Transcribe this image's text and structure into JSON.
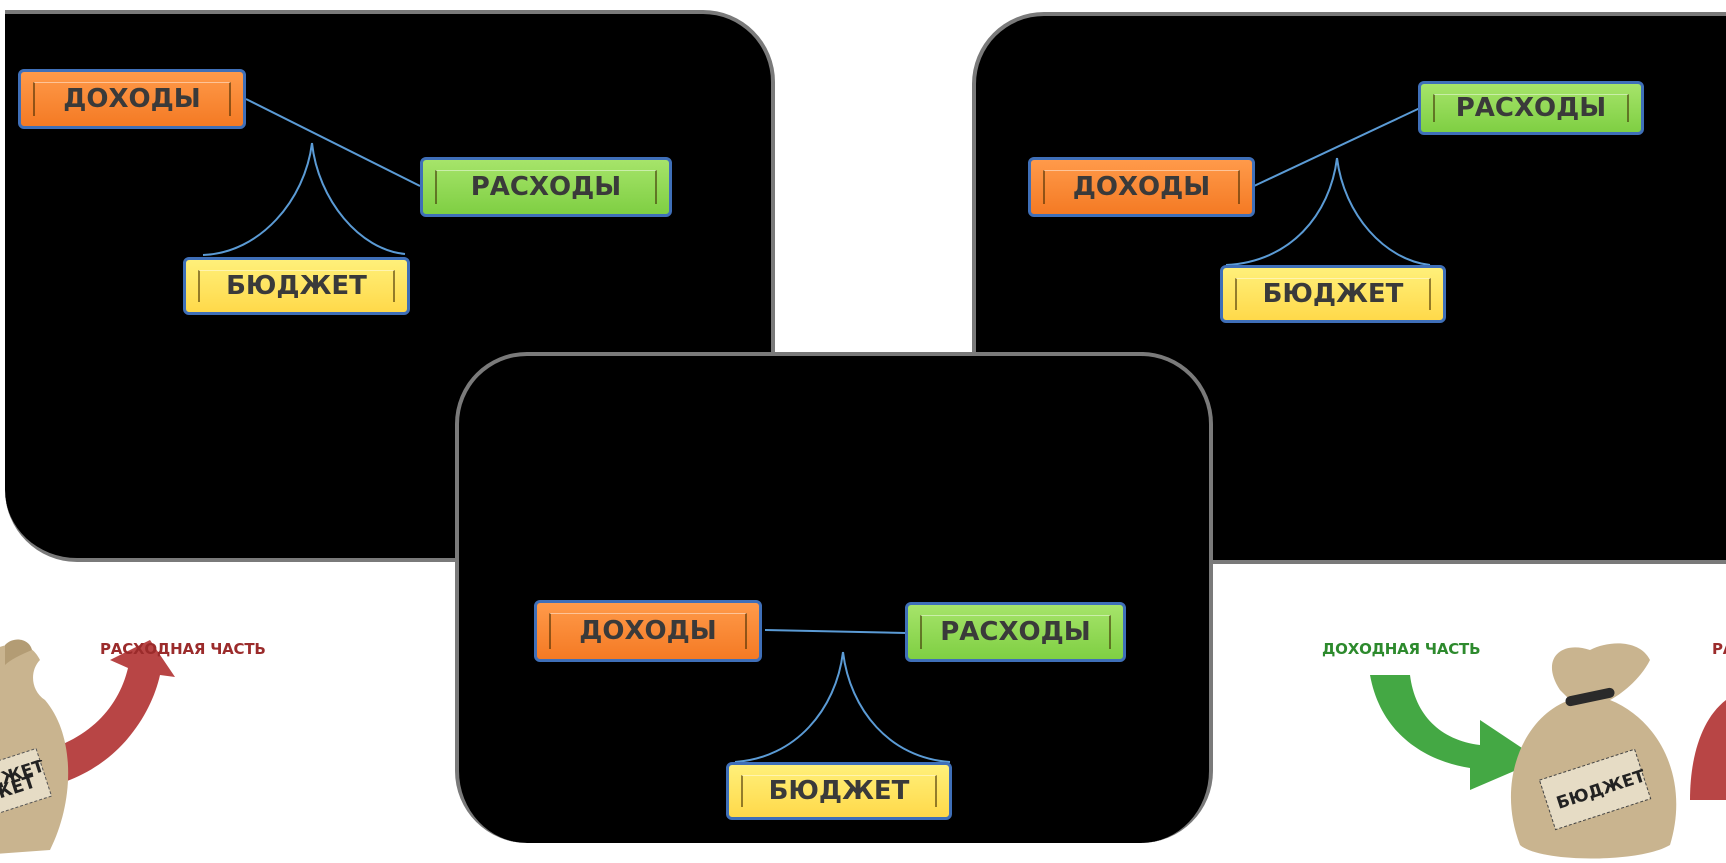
{
  "colors": {
    "income": "#f47a24",
    "expenses": "#7fcf43",
    "budget": "#ffd94a",
    "panel": "#000000",
    "connector": "#5b9bd5",
    "caption_expense": "#9b2b2b",
    "caption_income": "#2d8a2d"
  },
  "panel_a": {
    "income": "ДОХОДЫ",
    "expenses": "РАСХОДЫ",
    "budget": "БЮДЖЕТ"
  },
  "panel_b": {
    "income": "ДОХОДЫ",
    "expenses": "РАСХОДЫ",
    "budget": "БЮДЖЕТ"
  },
  "panel_c": {
    "income": "ДОХОДЫ",
    "expenses": "РАСХОДЫ",
    "budget": "БЮДЖЕТ"
  },
  "left_illustration": {
    "caption": "РАСХОДНАЯ ЧАСТЬ",
    "bag_label": "БЮДЖЕТ"
  },
  "right_illustration": {
    "caption_income": "ДОХОДНАЯ ЧАСТЬ",
    "caption_expense": "РАСХОДНАЯ ЧАСТЬ",
    "bag_label": "БЮДЖЕТ"
  }
}
